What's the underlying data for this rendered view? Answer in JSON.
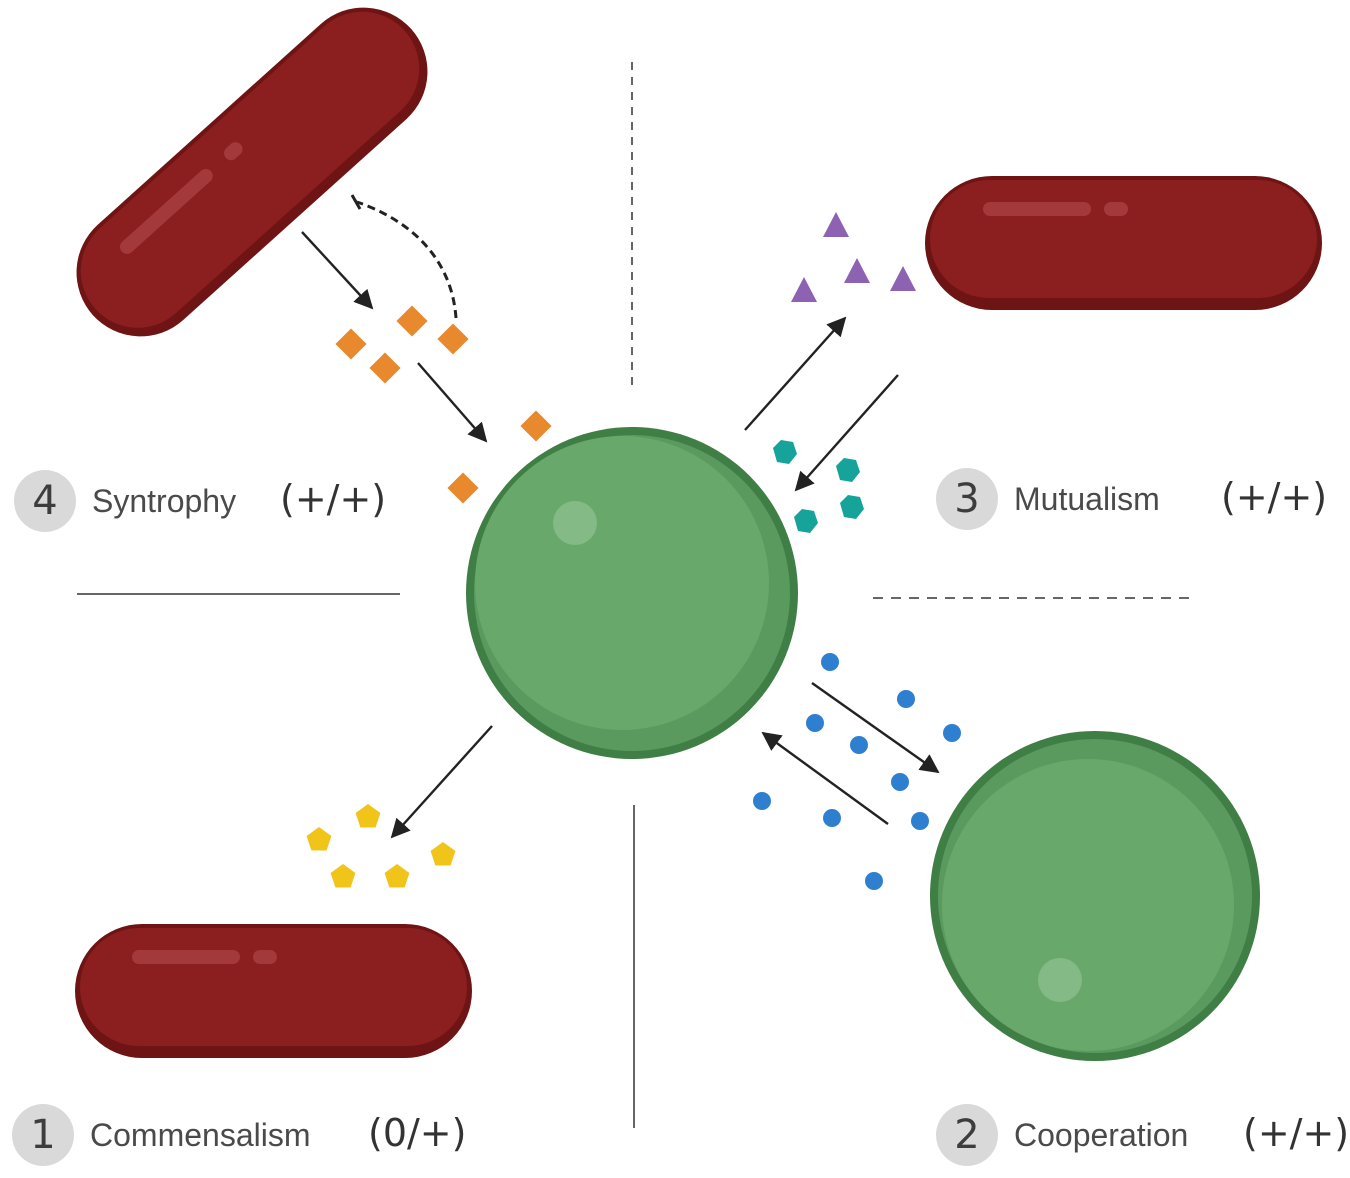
{
  "labels": {
    "syntrophy": {
      "number": "4",
      "name": "Syntrophy",
      "sign": "(+/+)"
    },
    "mutualism": {
      "number": "3",
      "name": "Mutualism",
      "sign": "(+/+)"
    },
    "commensalism": {
      "number": "1",
      "name": "Commensalism",
      "sign": "(0/+)"
    },
    "cooperation": {
      "number": "2",
      "name": "Cooperation",
      "sign": "(+/+)"
    }
  },
  "colors": {
    "rod_body": "#8b1e1e",
    "rod_edge": "#6e1414",
    "coccus_body": "#68a86a",
    "coccus_edge": "#3f7e45",
    "diamond": "#e8892d",
    "triangle": "#8e62b3",
    "hexagon": "#15a39a",
    "pentagon": "#f0c419",
    "dot": "#2f7fd0",
    "arrow": "#222222",
    "divider": "#666666",
    "badge": "#d9d9d9"
  }
}
